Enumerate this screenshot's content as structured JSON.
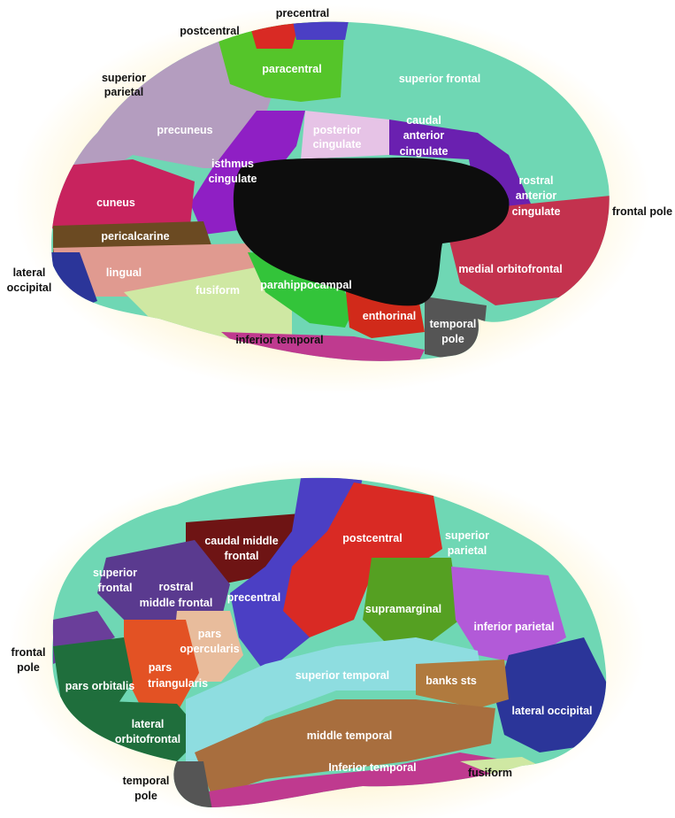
{
  "medial_view": {
    "regions": {
      "precentral": "precentral",
      "postcentral": "postcentral",
      "paracentral": "paracentral",
      "superior_parietal": [
        "superior",
        "parietal"
      ],
      "superior_frontal": "superior frontal",
      "precuneus": "precuneus",
      "posterior_cingulate": [
        "posterior",
        "cingulate"
      ],
      "caudal_anterior_cingulate": [
        "caudal",
        "anterior",
        "cingulate"
      ],
      "isthmus_cingulate": [
        "isthmus",
        "cingulate"
      ],
      "rostral_anterior_cingulate": [
        "rostral",
        "anterior",
        "cingulate"
      ],
      "frontal_pole": "frontal pole",
      "cuneus": "cuneus",
      "pericalcarine": "pericalcarine",
      "lingual": "lingual",
      "lateral_occipital": [
        "lateral",
        "occipital"
      ],
      "medial_orbitofrontal": "medial orbitofrontal",
      "fusiform": "fusiform",
      "parahippocampal": "parahippocampal",
      "enthorinal": "enthorinal",
      "temporal_pole": [
        "temporal",
        "pole"
      ],
      "inferior_temporal": "inferior temporal"
    }
  },
  "lateral_view": {
    "regions": {
      "caudal_middle_frontal": [
        "caudal middle",
        "frontal"
      ],
      "postcentral": "postcentral",
      "superior_parietal": [
        "superior",
        "parietal"
      ],
      "superior_frontal": [
        "superior",
        "frontal"
      ],
      "rostral_middle_frontal": [
        "rostral",
        "middle frontal"
      ],
      "precentral": "precentral",
      "supramarginal": "supramarginal",
      "inferior_parietal": "inferior parietal",
      "frontal_pole": [
        "frontal",
        "pole"
      ],
      "pars_opercularis": [
        "pars",
        "opercularis"
      ],
      "pars_triangularis": [
        "pars",
        "triangularis"
      ],
      "pars_orbitalis": "pars orbitalis",
      "superior_temporal": "superior temporal",
      "banks_sts": "banks sts",
      "lateral_occipital": "lateral occipital",
      "lateral_orbitofrontal": [
        "lateral",
        "orbitofrontal"
      ],
      "middle_temporal": "middle temporal",
      "inferior_temporal": "Inferior temporal",
      "temporal_pole": [
        "temporal",
        "pole"
      ],
      "fusiform": "fusiform"
    }
  },
  "colors": {
    "superior_frontal": "#6fd7b4",
    "precentral": "#4b3fc4",
    "postcentral": "#d92a24",
    "paracentral": "#55c52a",
    "precuneus": "#b49dbf",
    "posterior_cingulate": "#e6c3e6",
    "isthmus_cingulate": "#8f1fc4",
    "rostral_anterior_cingulate": "#6a20b0",
    "cuneus": "#c8235e",
    "pericalcarine": "#6b4a22",
    "lingual": "#e09a90",
    "lateral_occipital": "#2b3599",
    "medial_orbitofrontal": "#c3324e",
    "fusiform": "#cfe8a3",
    "parahippocampal": "#33c43a",
    "enthorinal": "#d12a1a",
    "temporal_pole": "#555555",
    "inferior_temporal": "#bf3a8f",
    "corpus_callosum": "#0d0d0d",
    "caudal_middle_frontal": "#6e1414",
    "rostral_middle_frontal": "#5a3a8f",
    "supramarginal": "#55a022",
    "inferior_parietal": "#b25ad8",
    "pars_opercularis": "#e8bc9c",
    "pars_triangularis": "#e35224",
    "pars_orbitalis": "#1f6e3c",
    "lateral_orbitofrontal": "#1f6e3c",
    "superior_temporal": "#8edde0",
    "banks_sts": "#b07a3e",
    "middle_temporal": "#a86e3e",
    "frontal_pole_lat": "#6a3e9a"
  }
}
